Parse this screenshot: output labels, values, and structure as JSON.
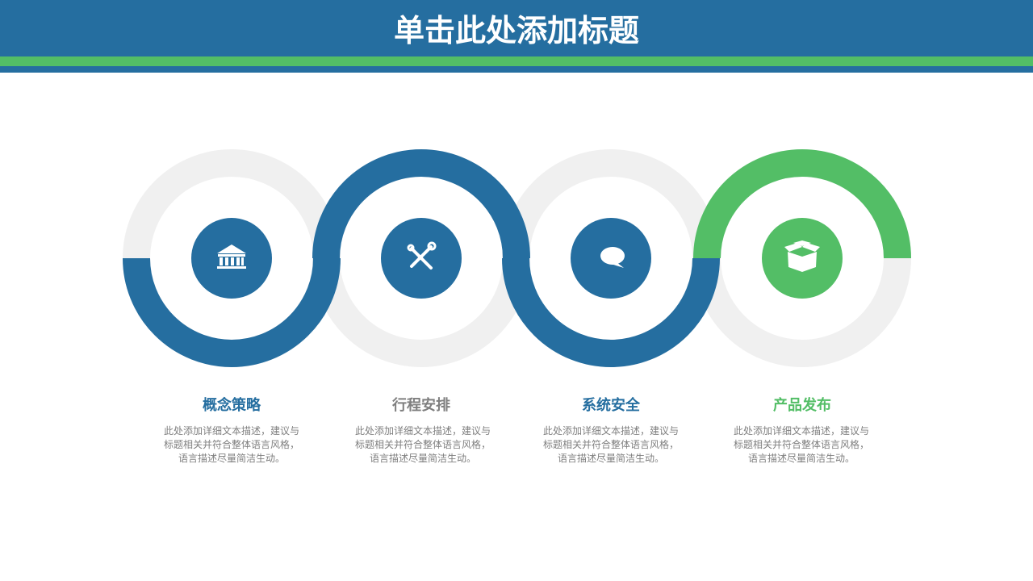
{
  "title": "单击此处添加标题",
  "colors": {
    "blue": "#256ea0",
    "green": "#53be66",
    "grey_ring": "#f0f0f0",
    "desc_text": "#7f7f7f",
    "white": "#ffffff"
  },
  "steps": [
    {
      "title": "概念策略",
      "title_color": "#256ea0",
      "icon": "bank-icon",
      "description": [
        "此处添加详细文本描述，建议与",
        "标题相关并符合整体语言风格，",
        "语言描述尽量简洁生动。"
      ]
    },
    {
      "title": "行程安排",
      "title_color": "#7f7f7f",
      "icon": "tools-icon",
      "description": [
        "此处添加详细文本描述，建议与",
        "标题相关并符合整体语言风格，",
        "语言描述尽量简洁生动。"
      ]
    },
    {
      "title": "系统安全",
      "title_color": "#256ea0",
      "icon": "chat-bubble-icon",
      "description": [
        "此处添加详细文本描述，建议与",
        "标题相关并符合整体语言风格，",
        "语言描述尽量简洁生动。"
      ]
    },
    {
      "title": "产品发布",
      "title_color": "#53be66",
      "icon": "open-box-icon",
      "description": [
        "此处添加详细文本描述，建议与",
        "标题相关并符合整体语言风格，",
        "语言描述尽量简洁生动。"
      ]
    }
  ]
}
